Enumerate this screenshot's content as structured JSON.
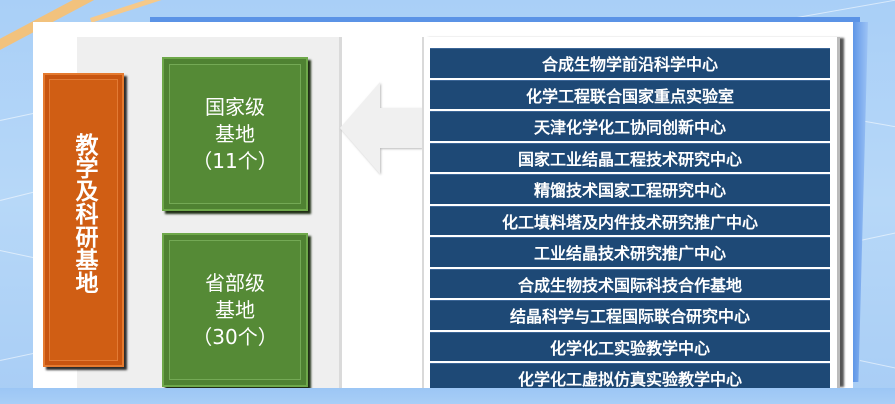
{
  "diagram": {
    "root": {
      "label": "教学及科研基地",
      "color": "#d05e14"
    },
    "categories": [
      {
        "lines": [
          "国家级",
          "基地",
          "（11个）"
        ],
        "color": "#558a36"
      },
      {
        "lines": [
          "省部级",
          "基地",
          "（30个）"
        ],
        "color": "#558a36"
      }
    ],
    "arrow": {
      "direction": "left",
      "icon": "left-arrow-icon"
    },
    "list": {
      "color": "#1e4976",
      "items": [
        "合成生物学前沿科学中心",
        "化学工程联合国家重点实验室",
        "天津化学化工协同创新中心",
        "国家工业结晶工程技术研究中心",
        "精馏技术国家工程研究中心",
        "化工填料塔及内件技术研究推广中心",
        "工业结晶技术研究推广中心",
        "合成生物技术国际科技合作基地",
        "结晶科学与工程国际联合研究中心",
        "化学化工实验教学中心",
        "化学化工虚拟仿真实验教学中心"
      ]
    }
  }
}
